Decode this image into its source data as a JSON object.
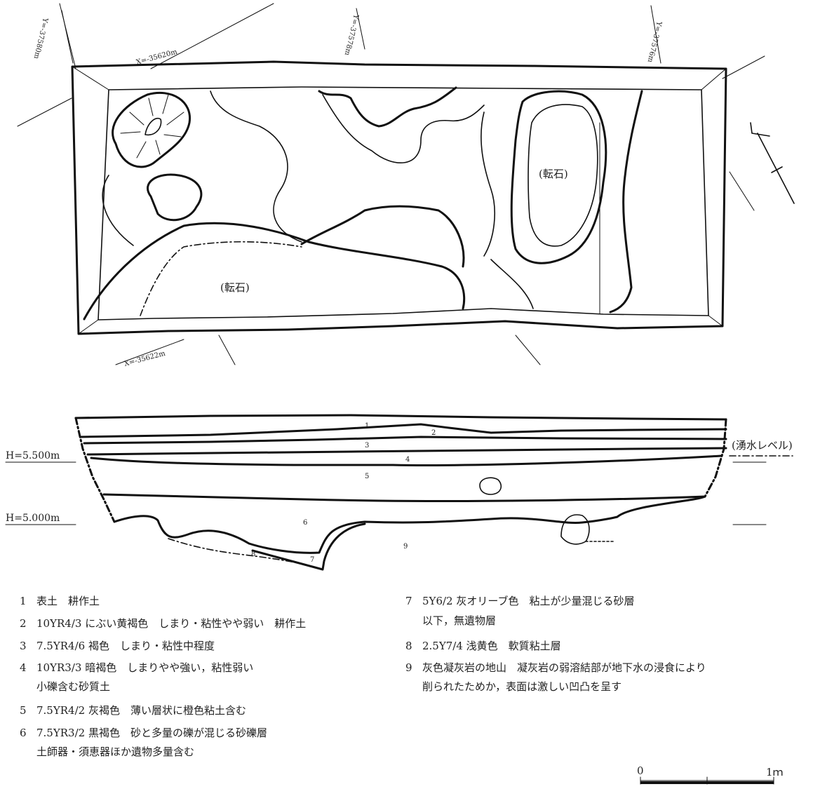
{
  "plan": {
    "coords": {
      "x_35620": "X=-35620m",
      "x_35622": "X=-35622m",
      "y_37580": "Y=-37580m",
      "y_37578": "Y=-37578m",
      "y_37576": "Y=-37576m"
    },
    "stone_label": "(転石)"
  },
  "section": {
    "h1": "H=5.500m",
    "h2": "H=5.000m",
    "water_level": "(湧水レベル)",
    "layer_numbers": [
      "1",
      "2",
      "3",
      "4",
      "5",
      "6",
      "7",
      "8",
      "9"
    ]
  },
  "legend": [
    {
      "num": "1",
      "text": "表土　耕作土",
      "sub": ""
    },
    {
      "num": "2",
      "text": "10YR4/3 にぶい黄褐色　しまり・粘性やや弱い　耕作土",
      "sub": ""
    },
    {
      "num": "3",
      "text": "7.5YR4/6 褐色　しまり・粘性中程度",
      "sub": ""
    },
    {
      "num": "4",
      "text": "10YR3/3 暗褐色　しまりやや強い，粘性弱い",
      "sub": "小礫含む砂質土"
    },
    {
      "num": "5",
      "text": "7.5YR4/2 灰褐色　薄い層状に橙色粘土含む",
      "sub": ""
    },
    {
      "num": "6",
      "text": "7.5YR3/2 黒褐色　砂と多量の礫が混じる砂礫層",
      "sub": "土師器・須恵器ほか遺物多量含む"
    },
    {
      "num": "7",
      "text": "5Y6/2 灰オリーブ色　粘土が少量混じる砂層",
      "sub": "以下，無遺物層"
    },
    {
      "num": "8",
      "text": "2.5Y7/4 浅黄色　軟質粘土層",
      "sub": ""
    },
    {
      "num": "9",
      "text": "灰色凝灰岩の地山　凝灰岩の弱溶結部が地下水の浸食により",
      "sub": "削られたためか，表面は激しい凹凸を呈す"
    }
  ],
  "scale": {
    "zero": "0",
    "one": "1ｍ"
  }
}
